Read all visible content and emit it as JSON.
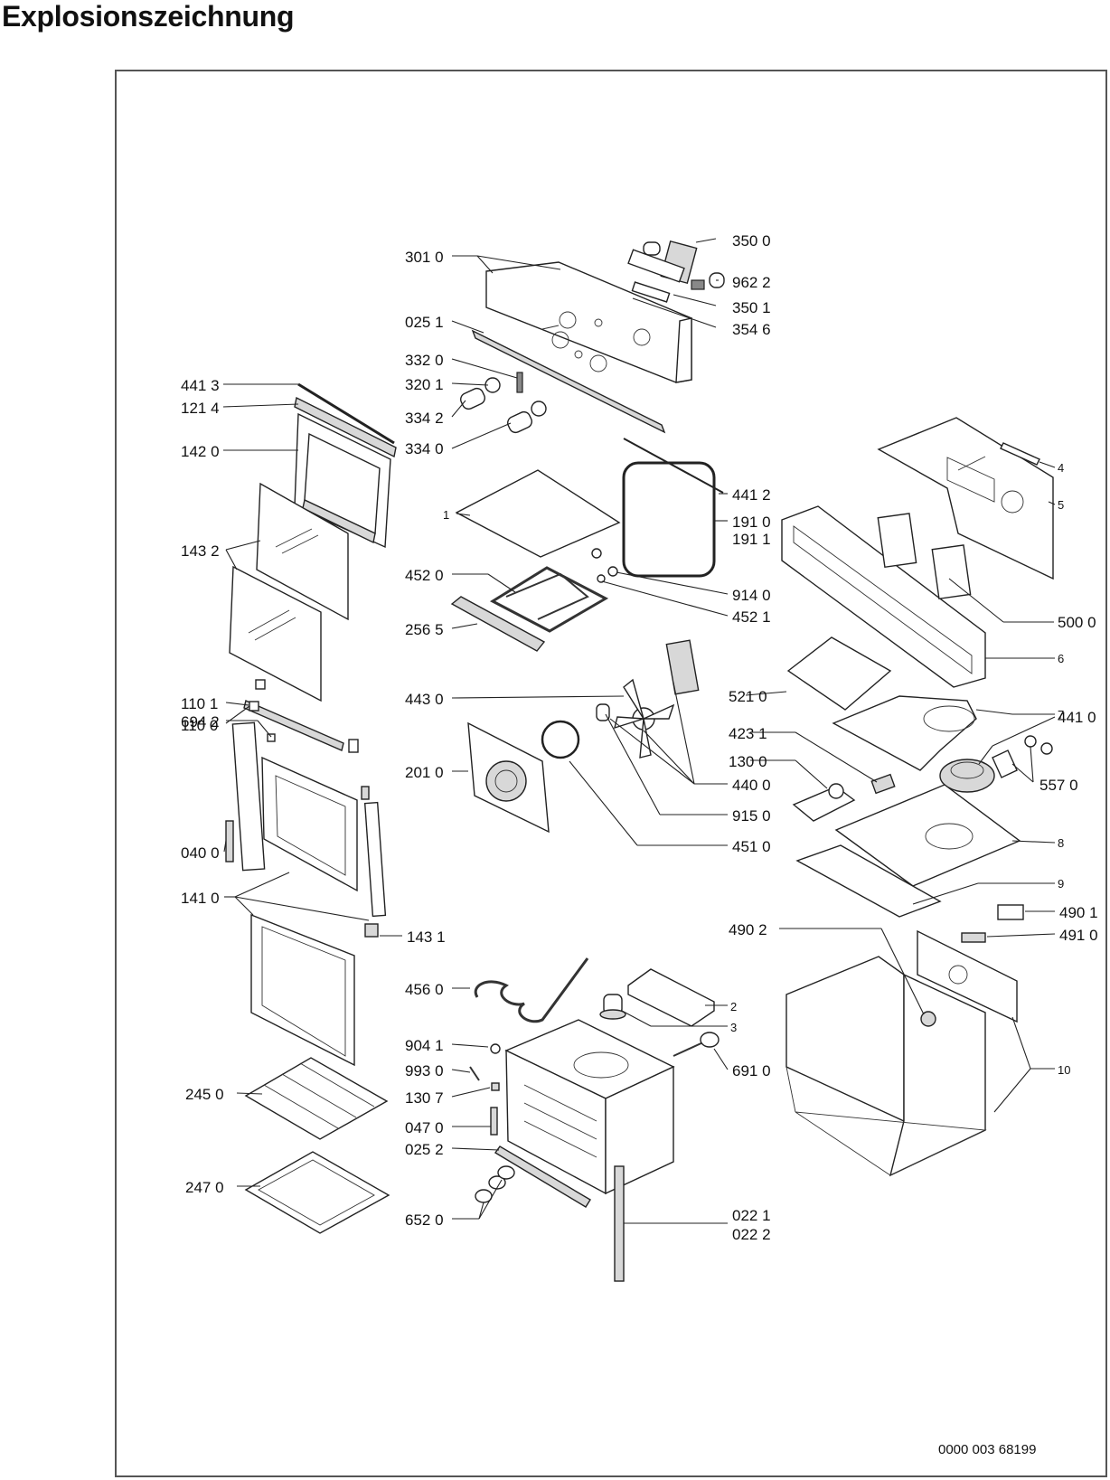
{
  "title": "Explosionszeichnung",
  "document_number": "0000 003 68199",
  "labels": {
    "l3500": "350 0",
    "l9622": "962 2",
    "l3501": "350 1",
    "l3546": "354 6",
    "l3010": "301 0",
    "l0251": "025 1",
    "l3320": "332 0",
    "l3201": "320 1",
    "l3342": "334 2",
    "l3340": "334 0",
    "l4413": "441 3",
    "l1214": "121 4",
    "l1420": "142 0",
    "l1432": "143 2",
    "l4412": "441 2",
    "l1910": "191 0",
    "l1911": "191 1",
    "l1": "1",
    "l4": "4",
    "l5": "5",
    "l4520": "452 0",
    "l9140": "914 0",
    "l4521": "452 1",
    "l2565": "256 5",
    "l5000": "500 0",
    "l6": "6",
    "l4430": "443 0",
    "l5210": "521 0",
    "l7": "7",
    "l4410": "441 0",
    "l1101": "110 1",
    "l1100": "110 0",
    "l6942": "694 2",
    "l4231": "423 1",
    "l1300": "130 0",
    "l5570": "557 0",
    "l2010": "201 0",
    "l4400": "440 0",
    "l9150": "915 0",
    "l4510": "451 0",
    "l8": "8",
    "l0400": "040 0",
    "l1410": "141 0",
    "l9": "9",
    "l1431": "143 1",
    "l4902": "490 2",
    "l4901": "490 1",
    "l4910": "491 0",
    "l4560": "456 0",
    "l2": "2",
    "l3": "3",
    "l9041": "904 1",
    "l9930": "993 0",
    "l1307": "130 7",
    "l6910": "691 0",
    "l10": "10",
    "l2450": "245 0",
    "l0470": "047 0",
    "l0252": "025 2",
    "l2470": "247 0",
    "l6520": "652 0",
    "l0221": "022 1",
    "l0222": "022 2"
  }
}
